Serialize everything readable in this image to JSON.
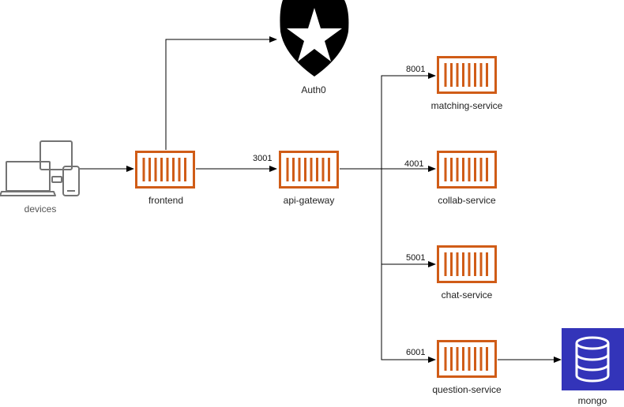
{
  "nodes": {
    "devices": {
      "label": "devices",
      "icon": "devices-icon"
    },
    "frontend": {
      "label": "frontend",
      "icon": "container-icon"
    },
    "api_gateway": {
      "label": "api-gateway",
      "icon": "container-icon"
    },
    "auth0": {
      "label": "Auth0",
      "icon": "auth0-logo"
    },
    "matching": {
      "label": "matching-service",
      "icon": "container-icon",
      "port": "8001"
    },
    "collab": {
      "label": "collab-service",
      "icon": "container-icon",
      "port": "4001"
    },
    "chat": {
      "label": "chat-service",
      "icon": "container-icon",
      "port": "5001"
    },
    "question": {
      "label": "question-service",
      "icon": "container-icon",
      "port": "6001"
    },
    "mongo": {
      "label": "mongo",
      "icon": "database-icon"
    }
  },
  "gateway_port": "3001",
  "colors": {
    "container": "#D05C17",
    "database": "#3334B9",
    "device": "#737373",
    "line": "#000000"
  }
}
